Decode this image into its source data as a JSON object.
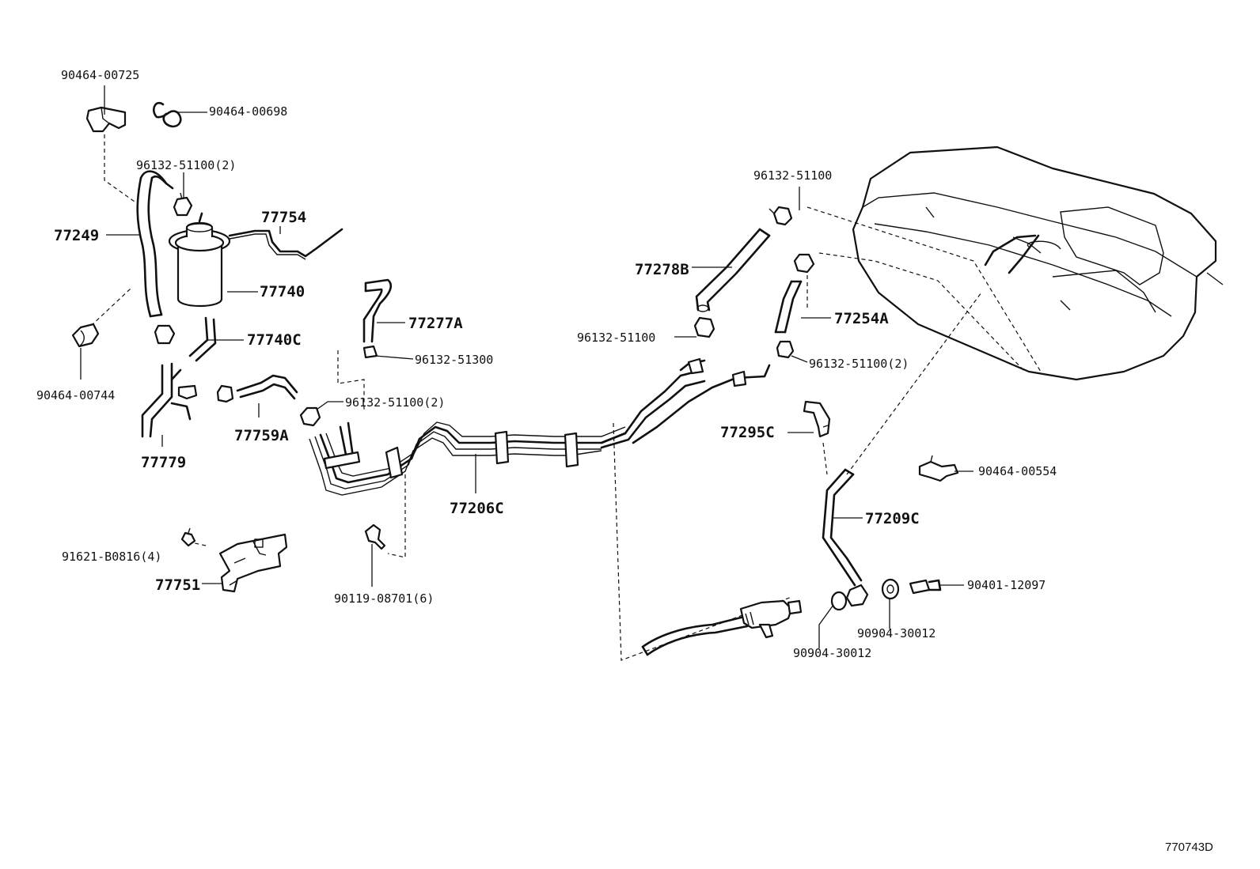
{
  "labels": {
    "p90464_00725": "90464-00725",
    "p90464_00698": "90464-00698",
    "p96132_51100_2_top": "96132-51100(2)",
    "p77249": "77249",
    "p77754": "77754",
    "p77740": "77740",
    "p77740C": "77740C",
    "p90464_00744": "90464-00744",
    "p77779": "77779",
    "p77759A": "77759A",
    "p77277A": "77277A",
    "p96132_51300": "96132-51300",
    "p96132_51100_2_mid": "96132-51100(2)",
    "p77206C": "77206C",
    "p91621_B0816_4": "91621-B0816(4)",
    "p77751": "77751",
    "p90119_08701_6": "90119-08701(6)",
    "p96132_51100_top_right": "96132-51100",
    "p77278B": "77278B",
    "p96132_51100_right_mid": "96132-51100",
    "p77254A": "77254A",
    "p96132_51100_2_right": "96132-51100(2)",
    "p77295C": "77295C",
    "p90464_00554": "90464-00554",
    "p77209C": "77209C",
    "p90401_12097": "90401-12097",
    "p90904_30012_a": "90904-30012",
    "p90904_30012_b": "90904-30012"
  },
  "catalog_code": "770743D"
}
